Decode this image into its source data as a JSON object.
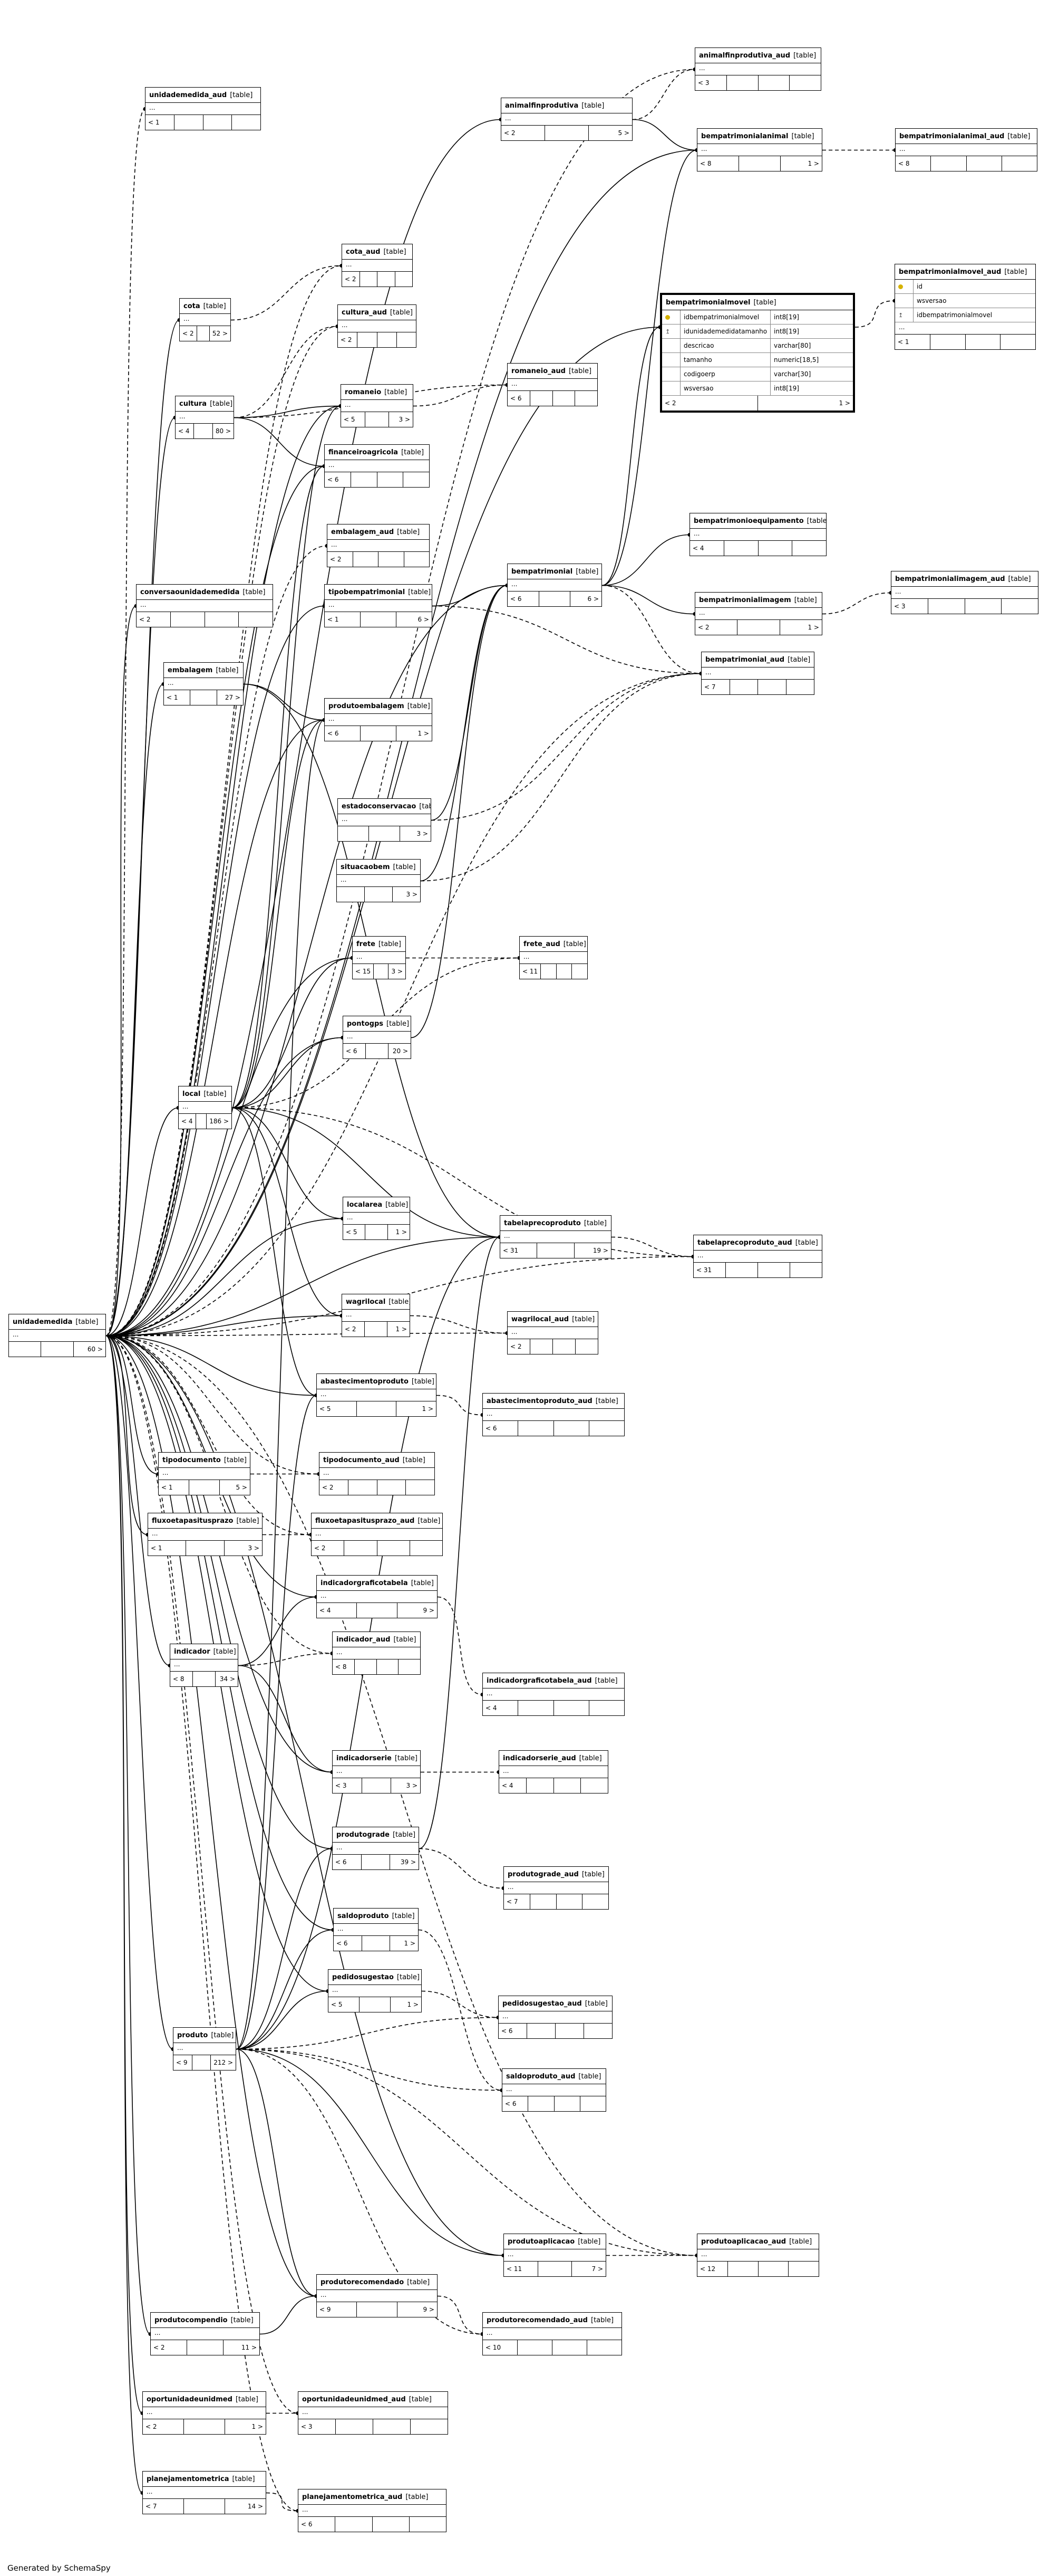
{
  "footer": "Generated by SchemaSpy",
  "tag": "[table]",
  "tables": [
    {
      "id": "unidademedida_aud",
      "name": "unidademedida_aud",
      "l": "< 1",
      "r": ""
    },
    {
      "id": "animalfinprodutiva",
      "name": "animalfinprodutiva",
      "l": "< 2",
      "r": "5 >"
    },
    {
      "id": "animalfinprodutiva_aud",
      "name": "animalfinprodutiva_aud",
      "l": "< 3",
      "r": ""
    },
    {
      "id": "bempatrimonialanimal",
      "name": "bempatrimonialanimal",
      "l": "< 8",
      "r": "1 >"
    },
    {
      "id": "bempatrimonialanimal_aud",
      "name": "bempatrimonialanimal_aud",
      "l": "< 8",
      "r": ""
    },
    {
      "id": "cota_aud",
      "name": "cota_aud",
      "l": "< 2",
      "r": ""
    },
    {
      "id": "cota",
      "name": "cota",
      "l": "< 2",
      "r": "52 >"
    },
    {
      "id": "cultura_aud",
      "name": "cultura_aud",
      "l": "< 2",
      "r": ""
    },
    {
      "id": "cultura",
      "name": "cultura",
      "l": "< 4",
      "r": "80 >"
    },
    {
      "id": "romaneio",
      "name": "romaneio",
      "l": "< 5",
      "r": "3 >"
    },
    {
      "id": "romaneio_aud",
      "name": "romaneio_aud",
      "l": "< 6",
      "r": ""
    },
    {
      "id": "financeiroagricola",
      "name": "financeiroagricola",
      "l": "< 6",
      "r": ""
    },
    {
      "id": "embalagem_aud",
      "name": "embalagem_aud",
      "l": "< 2",
      "r": ""
    },
    {
      "id": "conversaounidademedida",
      "name": "conversaounidademedida",
      "l": "< 2",
      "r": ""
    },
    {
      "id": "tipobempatrimonial",
      "name": "tipobempatrimonial",
      "l": "< 1",
      "r": "6 >"
    },
    {
      "id": "bempatrimonial",
      "name": "bempatrimonial",
      "l": "< 6",
      "r": "6 >"
    },
    {
      "id": "bempatrimonioequipamento",
      "name": "bempatrimonioequipamento",
      "l": "< 4",
      "r": ""
    },
    {
      "id": "bempatrimonialimagem",
      "name": "bempatrimonialimagem",
      "l": "< 2",
      "r": "1 >"
    },
    {
      "id": "bempatrimonialimagem_aud",
      "name": "bempatrimonialimagem_aud",
      "l": "< 3",
      "r": ""
    },
    {
      "id": "bempatrimonial_aud",
      "name": "bempatrimonial_aud",
      "l": "< 7",
      "r": ""
    },
    {
      "id": "embalagem",
      "name": "embalagem",
      "l": "< 1",
      "r": "27 >"
    },
    {
      "id": "produtoembalagem",
      "name": "produtoembalagem",
      "l": "< 6",
      "r": "1 >"
    },
    {
      "id": "estadoconservacao",
      "name": "estadoconservacao",
      "l": "",
      "r": "3 >"
    },
    {
      "id": "situacaobem",
      "name": "situacaobem",
      "l": "",
      "r": "3 >"
    },
    {
      "id": "frete",
      "name": "frete",
      "l": "< 15",
      "r": "3 >"
    },
    {
      "id": "frete_aud",
      "name": "frete_aud",
      "l": "< 11",
      "r": ""
    },
    {
      "id": "pontogps",
      "name": "pontogps",
      "l": "< 6",
      "r": "20 >"
    },
    {
      "id": "local",
      "name": "local",
      "l": "< 4",
      "r": "186 >"
    },
    {
      "id": "localarea",
      "name": "localarea",
      "l": "< 5",
      "r": "1 >"
    },
    {
      "id": "tabelaprecoproduto",
      "name": "tabelaprecoproduto",
      "l": "< 31",
      "r": "19 >"
    },
    {
      "id": "tabelaprecoproduto_aud",
      "name": "tabelaprecoproduto_aud",
      "l": "< 31",
      "r": ""
    },
    {
      "id": "unidademedida",
      "name": "unidademedida",
      "l": "",
      "r": "60 >"
    },
    {
      "id": "wagrilocal",
      "name": "wagrilocal",
      "l": "< 2",
      "r": "1 >"
    },
    {
      "id": "wagrilocal_aud",
      "name": "wagrilocal_aud",
      "l": "< 2",
      "r": ""
    },
    {
      "id": "abastecimentoproduto",
      "name": "abastecimentoproduto",
      "l": "< 5",
      "r": "1 >"
    },
    {
      "id": "abastecimentoproduto_aud",
      "name": "abastecimentoproduto_aud",
      "l": "< 6",
      "r": ""
    },
    {
      "id": "tipodocumento",
      "name": "tipodocumento",
      "l": "< 1",
      "r": "5 >"
    },
    {
      "id": "tipodocumento_aud",
      "name": "tipodocumento_aud",
      "l": "< 2",
      "r": ""
    },
    {
      "id": "fluxoetapasitusprazo",
      "name": "fluxoetapasitusprazo",
      "l": "< 1",
      "r": "3 >"
    },
    {
      "id": "fluxoetapasitusprazo_aud",
      "name": "fluxoetapasitusprazo_aud",
      "l": "< 2",
      "r": ""
    },
    {
      "id": "indicadorgraficotabela",
      "name": "indicadorgraficotabela",
      "l": "< 4",
      "r": "9 >"
    },
    {
      "id": "indicador_aud",
      "name": "indicador_aud",
      "l": "< 8",
      "r": ""
    },
    {
      "id": "indicador",
      "name": "indicador",
      "l": "< 8",
      "r": "34 >"
    },
    {
      "id": "indicadorgraficotabela_aud",
      "name": "indicadorgraficotabela_aud",
      "l": "< 4",
      "r": ""
    },
    {
      "id": "indicadorserie",
      "name": "indicadorserie",
      "l": "< 3",
      "r": "3 >"
    },
    {
      "id": "indicadorserie_aud",
      "name": "indicadorserie_aud",
      "l": "< 4",
      "r": ""
    },
    {
      "id": "produtograde",
      "name": "produtograde",
      "l": "< 6",
      "r": "39 >"
    },
    {
      "id": "produtograde_aud",
      "name": "produtograde_aud",
      "l": "< 7",
      "r": ""
    },
    {
      "id": "saldoproduto",
      "name": "saldoproduto",
      "l": "< 6",
      "r": "1 >"
    },
    {
      "id": "pedidosugestao",
      "name": "pedidosugestao",
      "l": "< 5",
      "r": "1 >"
    },
    {
      "id": "pedidosugestao_aud",
      "name": "pedidosugestao_aud",
      "l": "< 6",
      "r": ""
    },
    {
      "id": "produto",
      "name": "produto",
      "l": "< 9",
      "r": "212 >"
    },
    {
      "id": "saldoproduto_aud",
      "name": "saldoproduto_aud",
      "l": "< 6",
      "r": ""
    },
    {
      "id": "produtoaplicacao",
      "name": "produtoaplicacao",
      "l": "< 11",
      "r": "7 >"
    },
    {
      "id": "produtoaplicacao_aud",
      "name": "produtoaplicacao_aud",
      "l": "< 12",
      "r": ""
    },
    {
      "id": "produtorecomendado",
      "name": "produtorecomendado",
      "l": "< 9",
      "r": "9 >"
    },
    {
      "id": "produtocompendio",
      "name": "produtocompendio",
      "l": "< 2",
      "r": "11 >"
    },
    {
      "id": "produtorecomendado_aud",
      "name": "produtorecomendado_aud",
      "l": "< 10",
      "r": ""
    },
    {
      "id": "oportunidadeunidmed",
      "name": "oportunidadeunidmed",
      "l": "< 2",
      "r": "1 >"
    },
    {
      "id": "oportunidadeunidmed_aud",
      "name": "oportunidadeunidmed_aud",
      "l": "< 3",
      "r": ""
    },
    {
      "id": "planejamentometrica",
      "name": "planejamentometrica",
      "l": "< 7",
      "r": "14 >"
    },
    {
      "id": "planejamentometrica_aud",
      "name": "planejamentometrica_aud",
      "l": "< 6",
      "r": ""
    }
  ],
  "focus": {
    "name": "bempatrimonialmovel",
    "columns": [
      {
        "mark": "key",
        "col": "idbempatrimonialmovel",
        "type": "int8[19]"
      },
      {
        "mark": "fk",
        "col": "idunidademedidatamanho",
        "type": "int8[19]"
      },
      {
        "mark": "",
        "col": "descricao",
        "type": "varchar[80]"
      },
      {
        "mark": "",
        "col": "tamanho",
        "type": "numeric[18,5]"
      },
      {
        "mark": "",
        "col": "codigoerp",
        "type": "varchar[30]"
      },
      {
        "mark": "",
        "col": "wsversao",
        "type": "int8[19]"
      }
    ],
    "l": "< 2",
    "r": "1 >"
  },
  "movel_aud": {
    "name": "bempatrimonialmovel_aud",
    "columns": [
      {
        "mark": "key",
        "col": "id"
      },
      {
        "mark": "",
        "col": "wsversao"
      },
      {
        "mark": "fk",
        "col": "idbempatrimonialmovel"
      }
    ],
    "sep": "...",
    "l": "< 1",
    "r": ""
  }
}
